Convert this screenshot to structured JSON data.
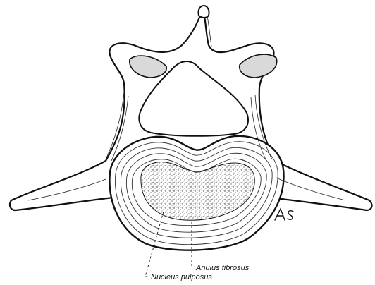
{
  "figure": {
    "labels": {
      "anulus_fibrosus": "Anulus fibrosus",
      "nucleus_pulposus": "Nucleus pulposus"
    },
    "signature": "AS"
  },
  "colors": {
    "ink": "#111111",
    "paper": "#ffffff"
  }
}
